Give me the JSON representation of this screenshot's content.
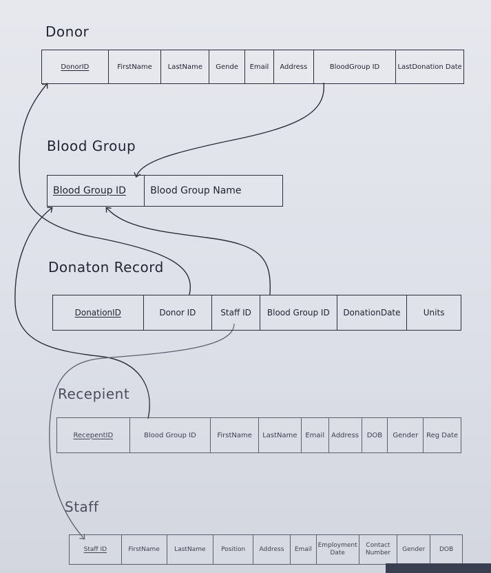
{
  "tables": {
    "donor": {
      "title": "Donor",
      "columns": [
        "DonorID",
        "FirstName",
        "LastName",
        "Gende",
        "Email",
        "Address",
        "BloodGroup ID",
        "LastDonation Date"
      ]
    },
    "blood_group": {
      "title": "Blood Group",
      "columns": [
        "Blood Group ID",
        "Blood Group Name"
      ]
    },
    "donation_record": {
      "title": "Donaton Record",
      "columns": [
        "DonationID",
        "Donor ID",
        "Staff ID",
        "Blood Group ID",
        "DonationDate",
        "Units"
      ]
    },
    "recipient": {
      "title": "Recepient",
      "columns": [
        "RecepentID",
        "Blood Group ID",
        "FirstName",
        "LastName",
        "Email",
        "Address",
        "DOB",
        "Gender",
        "Reg Date"
      ]
    },
    "staff": {
      "title": "Staff",
      "columns": [
        "Staff ID",
        "FirstName",
        "LastName",
        "Position",
        "Address",
        "Email",
        "Employment Date",
        "Contact Number",
        "Gender",
        "DOB"
      ]
    }
  }
}
